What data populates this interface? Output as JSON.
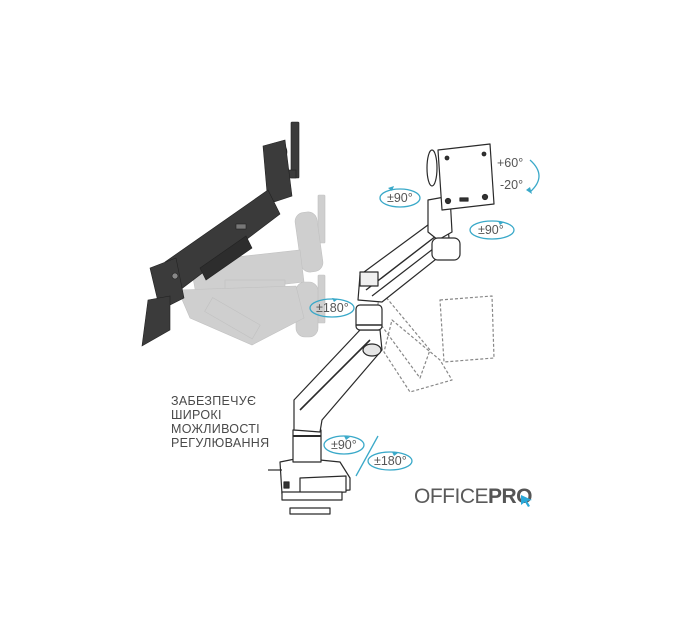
{
  "feature_text": {
    "lines": [
      "Забезпечує",
      "широкі",
      "можливості",
      "регулювання"
    ]
  },
  "annotations": {
    "tilt_up": "+60°",
    "tilt_down": "-20°",
    "top_left_swivel": "±90°",
    "top_right_swivel": "±90°",
    "mid_rotation": "±180°",
    "base_swivel": "±90°",
    "base_rotation": "±180°"
  },
  "logo": {
    "light_part": "OFFICE",
    "bold_part": "PRO",
    "text_color": "#5a5a5a",
    "cursor_color": "#2aa8d8"
  },
  "colors": {
    "annotation_accent": "#3aa9c9",
    "dark_arm": "#3a3a3a",
    "ghost_arm": "#b5b5b5",
    "line_art": "#2a2a2a"
  },
  "illustrations": [
    {
      "name": "dark-monitor-arm",
      "style": "dark rendered"
    },
    {
      "name": "ghost-monitor-arm-positions",
      "style": "translucent gray"
    },
    {
      "name": "line-art-monitor-arm",
      "style": "outline drawing with dashed alternate position"
    }
  ]
}
